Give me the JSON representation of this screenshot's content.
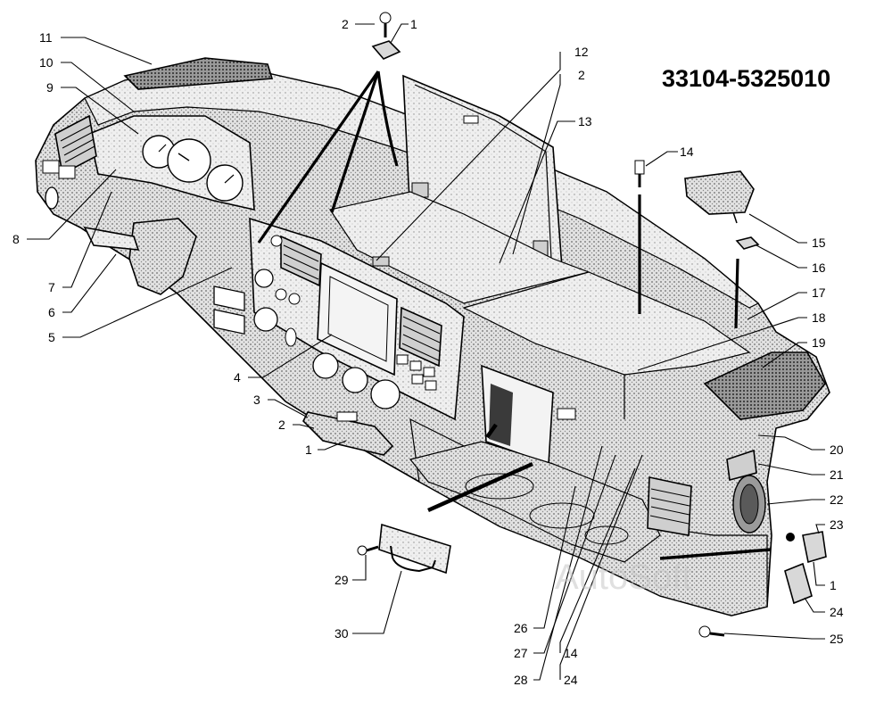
{
  "title": "33104-5325010",
  "watermark": "AutoSoft",
  "labels": {
    "c1_top": "1",
    "c2_top": "2",
    "c11": "11",
    "c10": "10",
    "c9": "9",
    "c8": "8",
    "c7": "7",
    "c6": "6",
    "c5": "5",
    "c4": "4",
    "c3": "3",
    "c2_left": "2",
    "c1_left": "1",
    "c12": "12",
    "c2_right": "2",
    "c13": "13",
    "c14_top": "14",
    "c15": "15",
    "c16": "16",
    "c17": "17",
    "c18": "18",
    "c19": "19",
    "c20": "20",
    "c21": "21",
    "c22": "22",
    "c23": "23",
    "c1_right": "1",
    "c24_right": "24",
    "c25": "25",
    "c26": "26",
    "c27": "27",
    "c28": "28",
    "c14_bottom": "14",
    "c24_bottom": "24",
    "c29": "29",
    "c30": "30"
  }
}
